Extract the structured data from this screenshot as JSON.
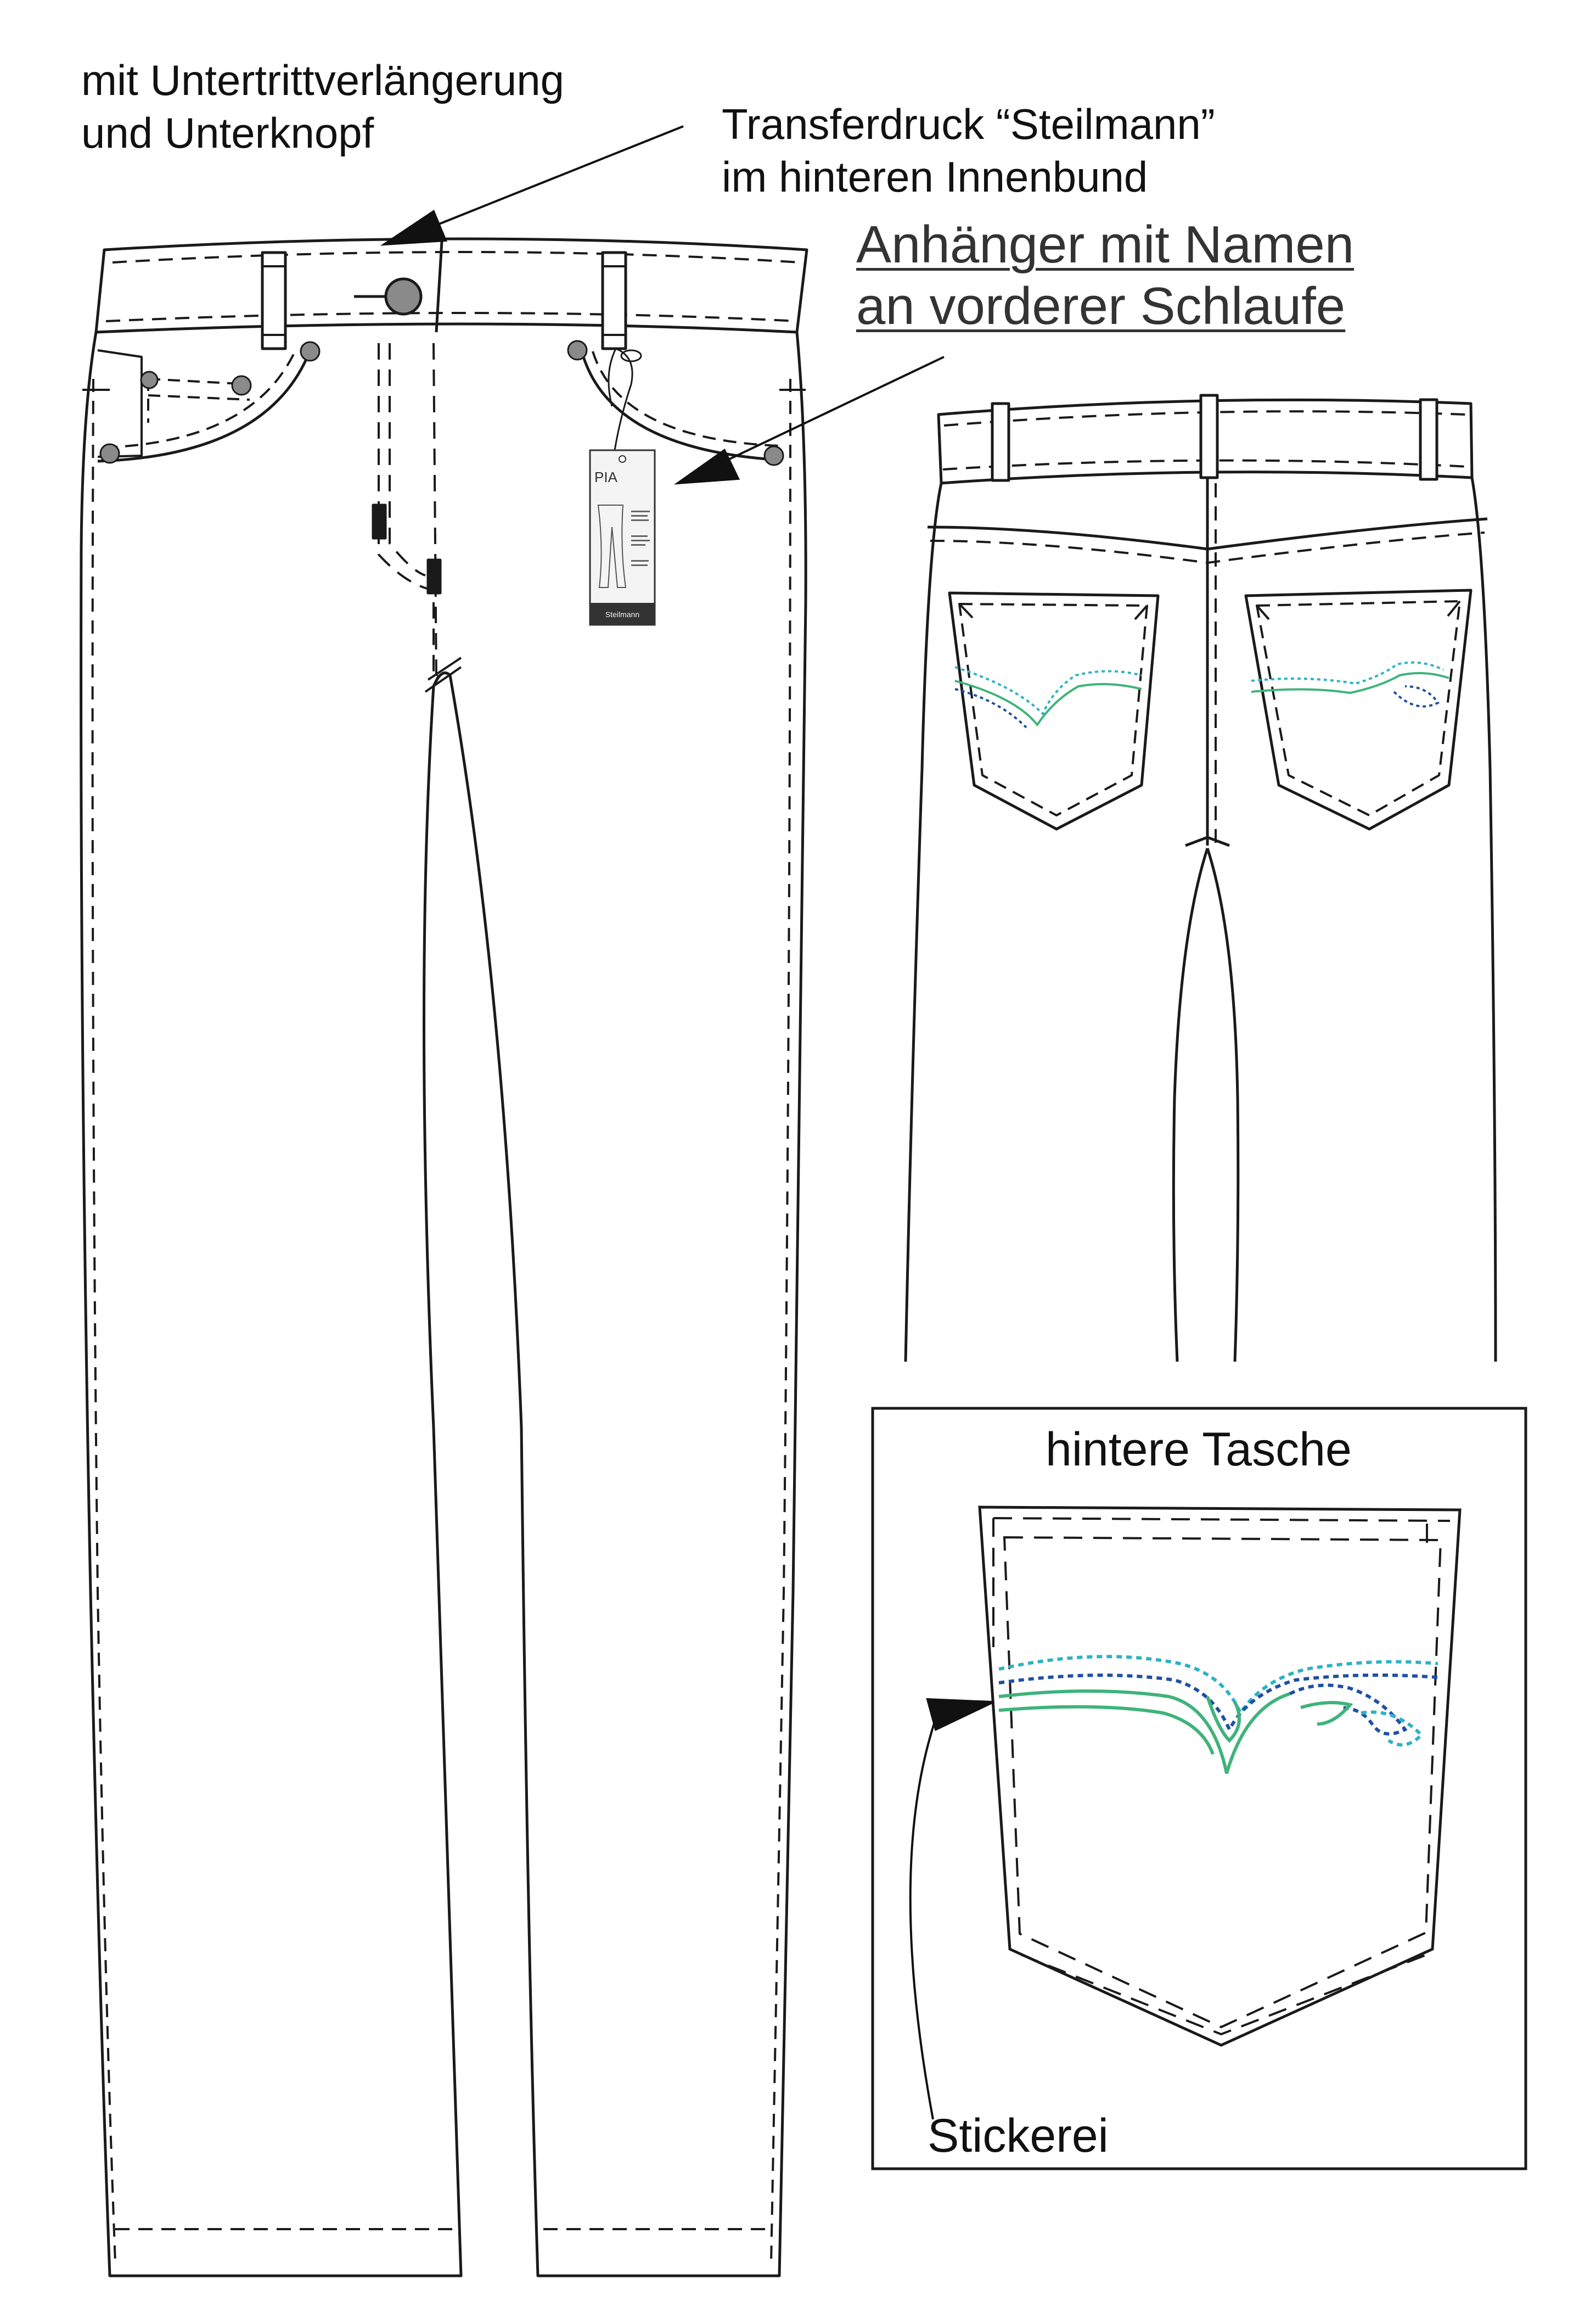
{
  "annotations": {
    "extension": {
      "line1": "mit Untertrittverlängerung",
      "line2": "und Unterknopf"
    },
    "transfer": {
      "line1": "Transferdruck “Steilmann”",
      "line2": "im hinteren Innenbund"
    },
    "hangtag": {
      "line1": "Anhänger mit Namen ",
      "line2": "an vorderer Schlaufe"
    },
    "detail_title": "hintere Tasche",
    "embroidery": "Stickerei"
  },
  "hang_tag": {
    "name": "PIA",
    "brand": "Steilmann"
  },
  "colors": {
    "outline": "#1a1a1a",
    "rivet": "#8a8a8a",
    "embroidery_teal": "#2bb3c4",
    "embroidery_blue": "#1f4fa3",
    "embroidery_green": "#3fb37a"
  }
}
